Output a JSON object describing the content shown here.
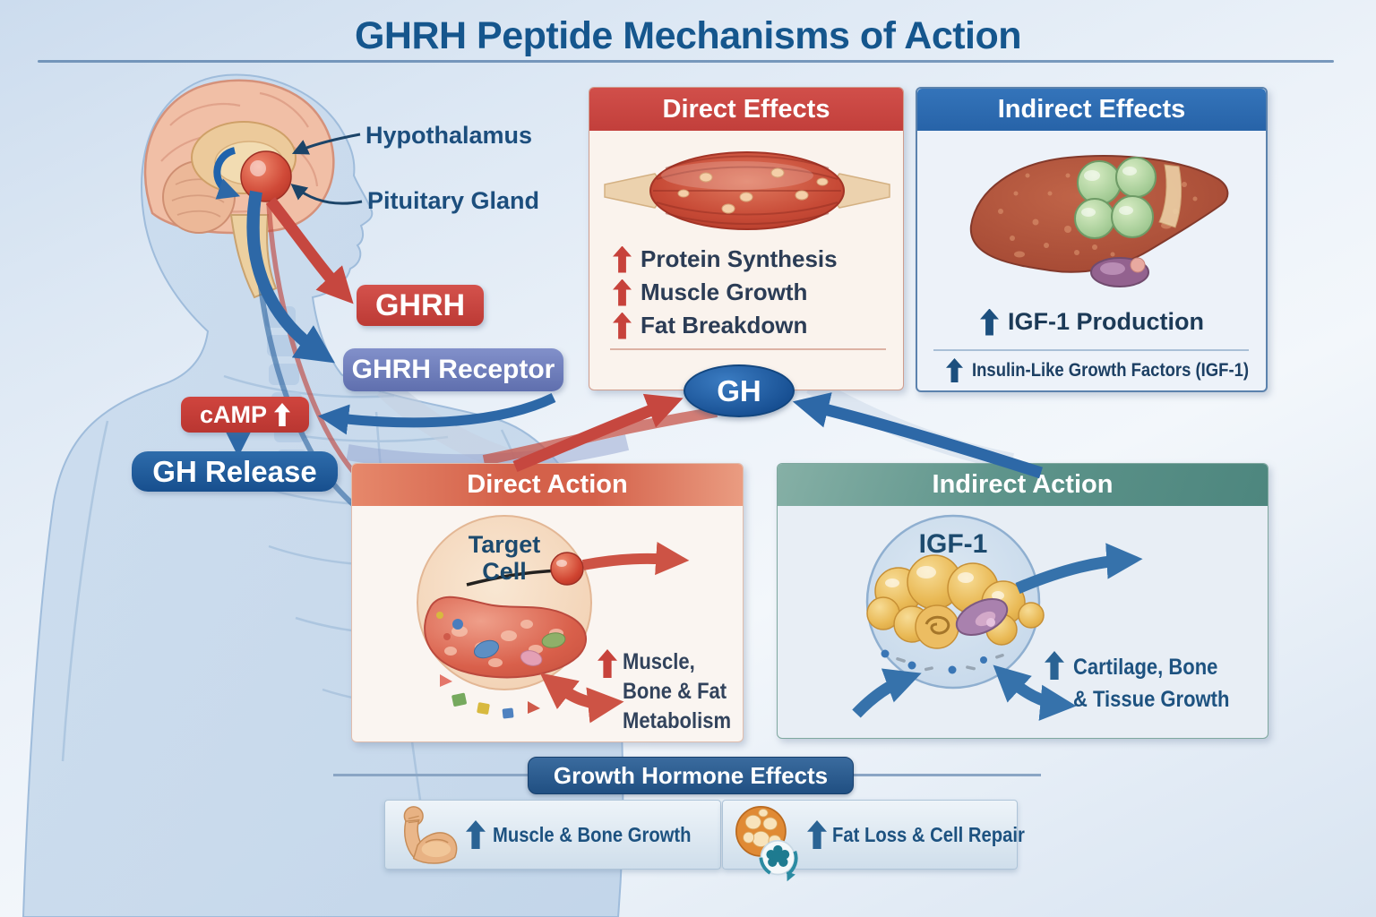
{
  "title": "GHRH Peptide Mechanisms of Action",
  "anatomy": {
    "hypothalamus": "Hypothalamus",
    "pituitary": "Pituitary Gland"
  },
  "cascade": {
    "ghrh": "GHRH",
    "receptor": "GHRH Receptor",
    "camp": "cAMP",
    "gh_release": "GH Release",
    "gh": "GH"
  },
  "direct_effects": {
    "header": "Direct Effects",
    "items": [
      "Protein Synthesis",
      "Muscle Growth",
      "Fat Breakdown"
    ]
  },
  "indirect_effects": {
    "header": "Indirect Effects",
    "primary": "IGF-1 Production",
    "secondary": "Insulin-Like Growth Factors (IGF-1)"
  },
  "direct_action": {
    "header": "Direct Action",
    "cell_label": "Target\nCell",
    "effect": "Muscle,\nBone & Fat\nMetabolism"
  },
  "indirect_action": {
    "header": "Indirect Action",
    "cell_label": "IGF-1",
    "effect": "Cartilage, Bone\n& Tissue Growth"
  },
  "footer": {
    "header": "Growth Hormone Effects",
    "left_item": "Muscle & Bone Growth",
    "right_item": "Fat Loss & Cell Repair"
  },
  "colors": {
    "accent_red": "#c64540",
    "accent_blue": "#2d6cb3",
    "accent_teal": "#55897f",
    "navy": "#1d5280"
  }
}
